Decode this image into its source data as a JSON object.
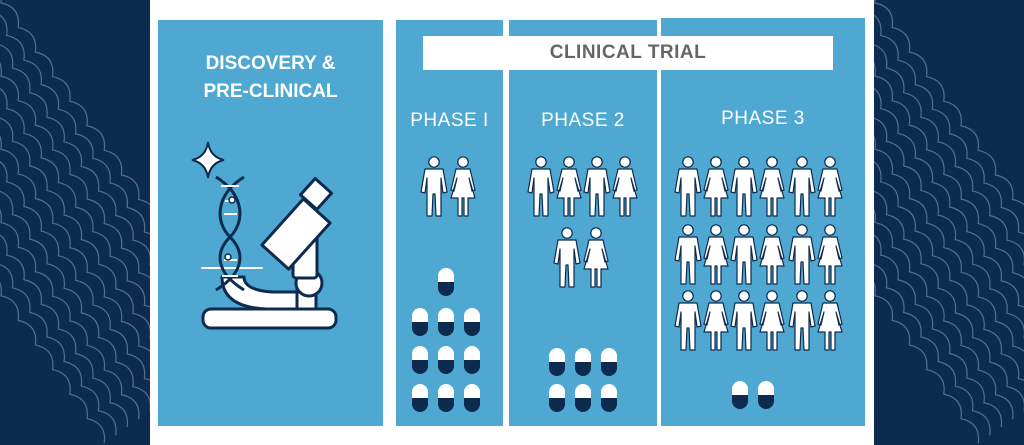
{
  "discovery": {
    "line1": "DISCOVERY &",
    "line2": "PRE-CLINICAL"
  },
  "clinical_trial": {
    "banner": "CLINICAL TRIAL"
  },
  "phases": [
    {
      "label": "PHASE I",
      "people": 2,
      "pills": 10
    },
    {
      "label": "PHASE 2",
      "people": 6,
      "pills": 6
    },
    {
      "label": "PHASE 3",
      "people": 18,
      "pills": 2
    }
  ],
  "colors": {
    "panel": "#4fa8d1",
    "navy": "#0d2b4e",
    "white": "#ffffff",
    "banner_text": "#666666"
  },
  "icons": [
    "microscope-icon",
    "dna-icon",
    "sparkle-icon",
    "person-icon",
    "pill-icon"
  ]
}
